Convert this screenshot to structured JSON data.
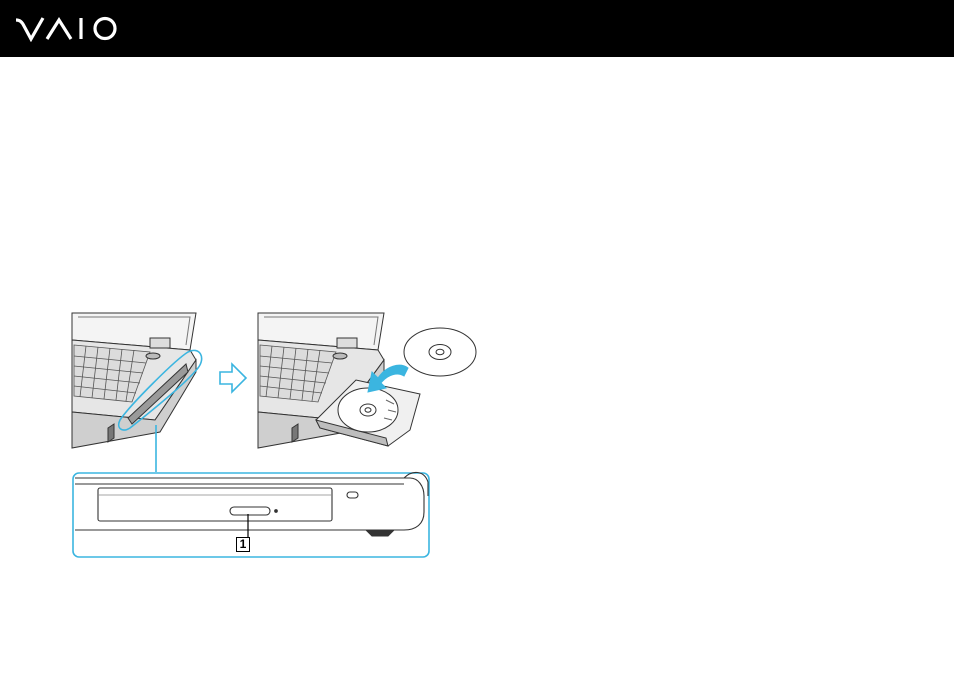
{
  "header": {
    "logo_name": "vaio-logo",
    "background_color": "#000000",
    "logo_color": "#ffffff"
  },
  "figure": {
    "steps": [
      "drive-closed",
      "drive-open-insert-disc"
    ],
    "accent_color": "#3bb5e0",
    "callout": {
      "label": "1"
    }
  }
}
